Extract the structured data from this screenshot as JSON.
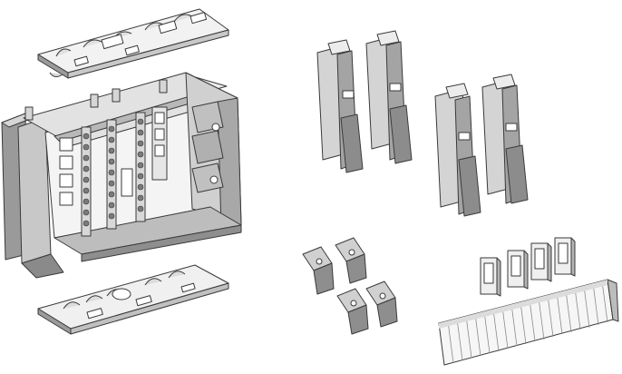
{
  "colors": {
    "background": "#ffffff",
    "line": "#3a3a3a",
    "light_face": "#f2f2f2",
    "mid_face": "#d6d6d6",
    "dark_face": "#9a9a9a",
    "shadow": "#6e6e6e"
  },
  "parts": {
    "top_cover": "top-cover-plate",
    "enclosure": "terminal-enclosure-frame",
    "bottom_cover": "bottom-cover-plate",
    "tall_clips": [
      "tall-clip-1",
      "tall-clip-2",
      "tall-clip-3",
      "tall-clip-4"
    ],
    "small_connectors": [
      "small-connector-1",
      "small-connector-2",
      "small-connector-3",
      "small-connector-4"
    ],
    "small_brackets": [
      "small-bracket-1",
      "small-bracket-2",
      "small-bracket-3",
      "small-bracket-4"
    ],
    "terminal_strip": "terminal-strip"
  }
}
